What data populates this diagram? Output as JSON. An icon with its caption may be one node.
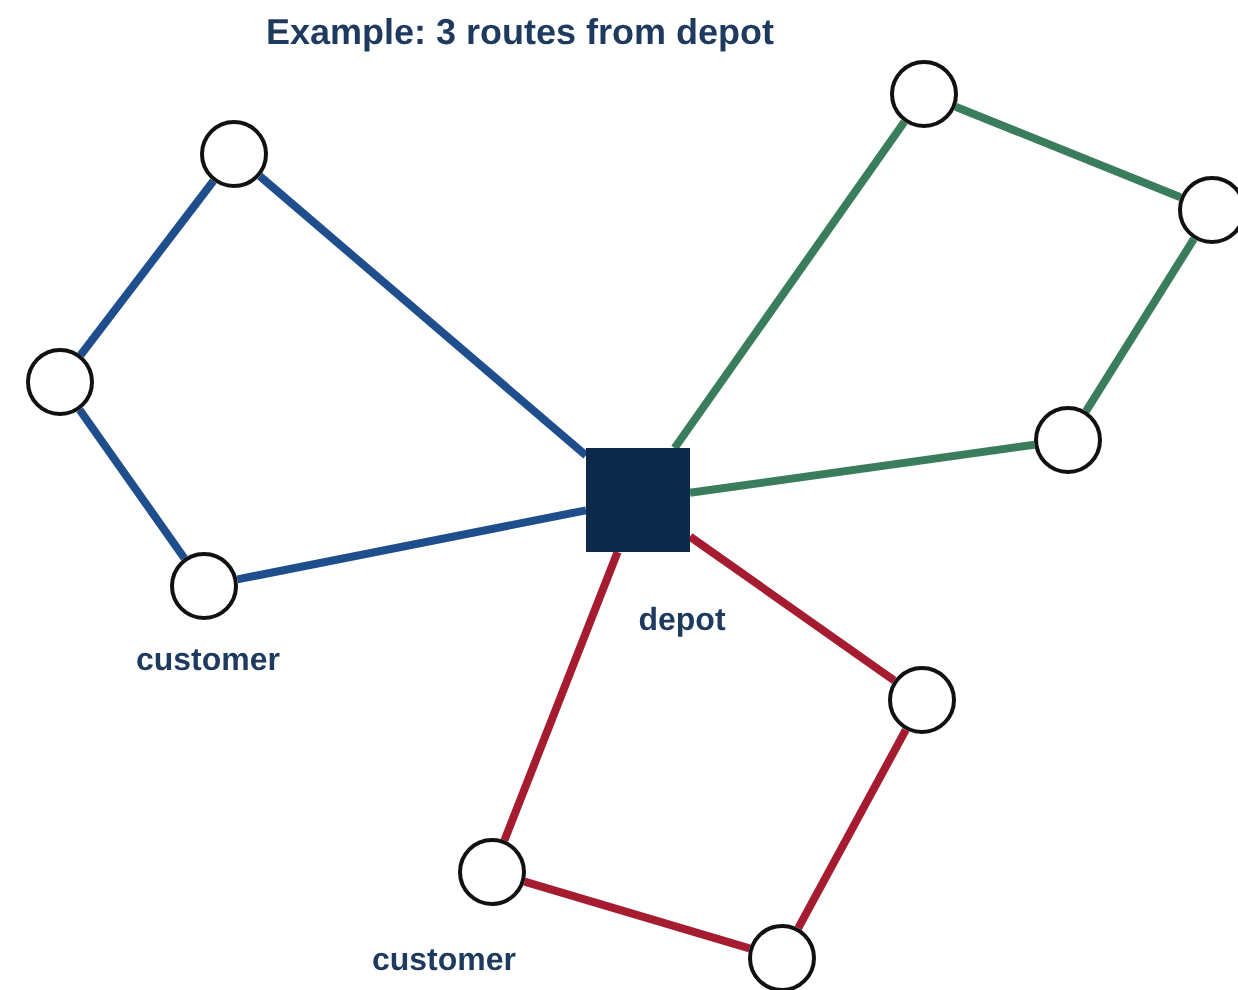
{
  "diagram": {
    "title": "Example: 3 routes from depot",
    "nodes": [
      {
        "text": [],
        "shape": "box",
        "beside": [
          "depot"
        ]
      },
      {
        "text": [],
        "shape": "circle"
      },
      {
        "text": [],
        "shape": "circle"
      },
      {
        "text": [],
        "shape": "circle",
        "beside": [
          "customer"
        ]
      },
      {
        "text": [],
        "shape": "circle"
      },
      {
        "text": [],
        "shape": "circle"
      },
      {
        "text": [],
        "shape": "circle"
      },
      {
        "text": [],
        "shape": "circle"
      },
      {
        "text": [],
        "shape": "circle",
        "beside": [
          "customer"
        ]
      },
      {
        "text": [],
        "shape": "circle"
      }
    ],
    "edges": [
      {
        "from": 0,
        "to": 1,
        "arrow": "none",
        "color": "#1f4e8c"
      },
      {
        "from": 1,
        "to": 2,
        "arrow": "none",
        "color": "#1f4e8c"
      },
      {
        "from": 2,
        "to": 3,
        "arrow": "none",
        "color": "#1f4e8c"
      },
      {
        "from": 3,
        "to": 0,
        "arrow": "none",
        "color": "#1f4e8c"
      },
      {
        "from": 0,
        "to": 4,
        "arrow": "none",
        "color": "#3a7d5c"
      },
      {
        "from": 4,
        "to": 5,
        "arrow": "none",
        "color": "#3a7d5c"
      },
      {
        "from": 5,
        "to": 6,
        "arrow": "none",
        "color": "#3a7d5c"
      },
      {
        "from": 6,
        "to": 0,
        "arrow": "none",
        "color": "#3a7d5c"
      },
      {
        "from": 0,
        "to": 7,
        "arrow": "none",
        "color": "#a51c30"
      },
      {
        "from": 7,
        "to": 9,
        "arrow": "none",
        "color": "#a51c30"
      },
      {
        "from": 9,
        "to": 8,
        "arrow": "none",
        "color": "#a51c30"
      },
      {
        "from": 8,
        "to": 0,
        "arrow": "none",
        "color": "#a51c30"
      }
    ]
  }
}
